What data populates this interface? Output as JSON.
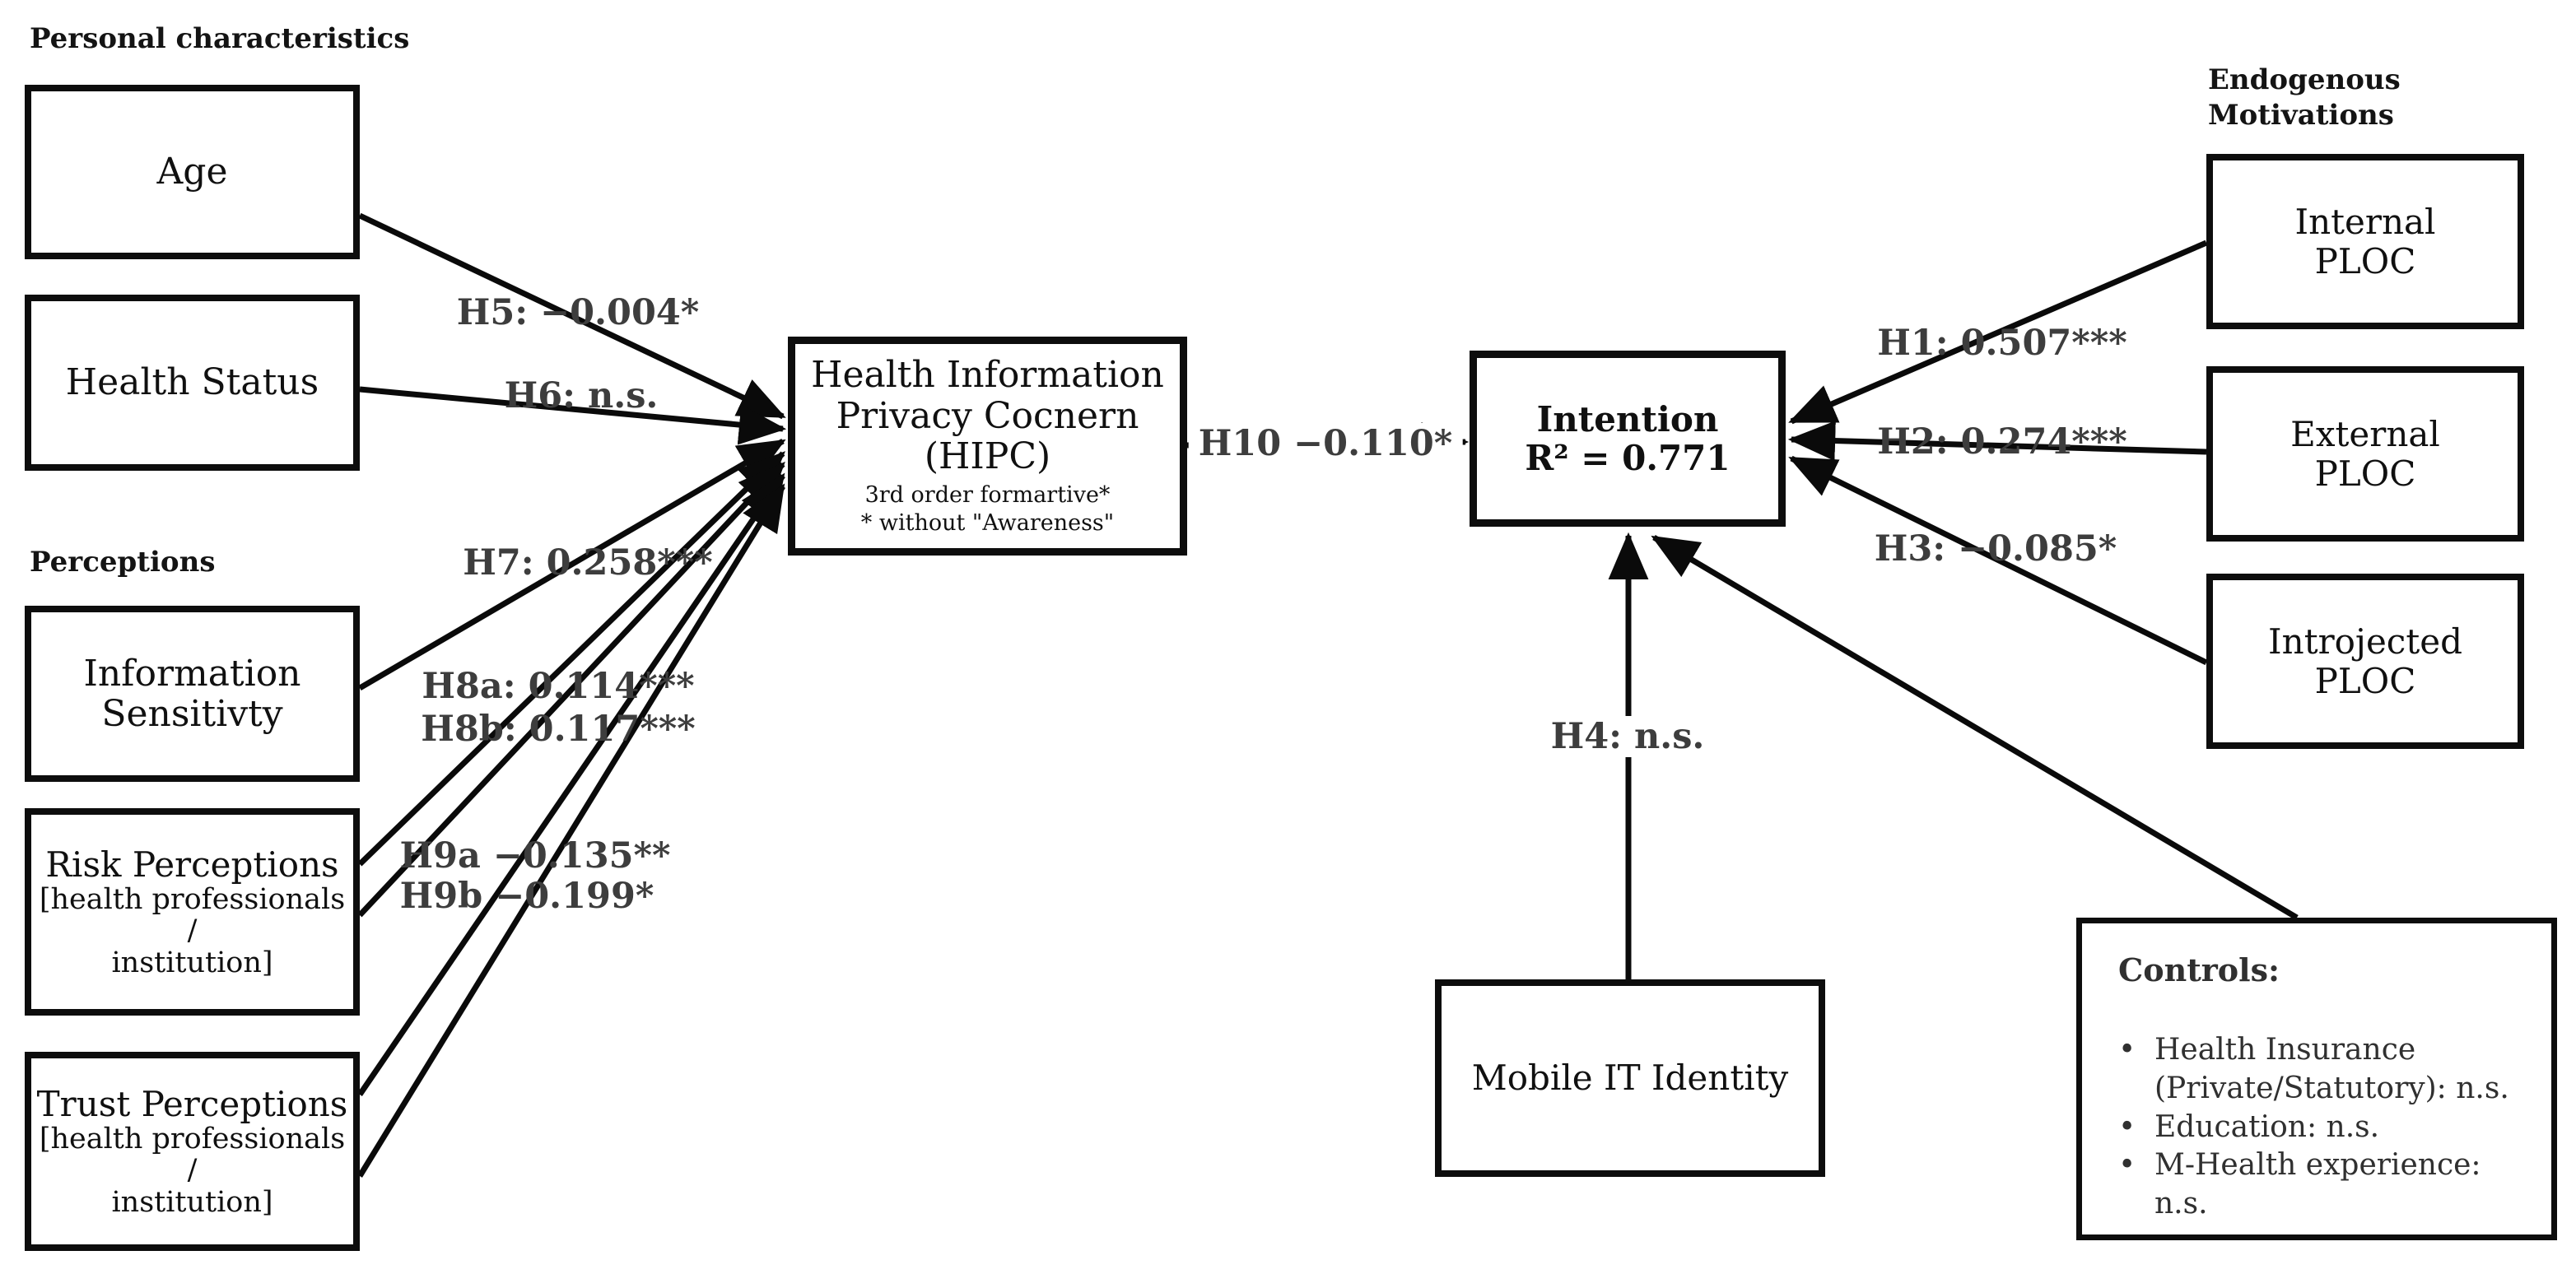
{
  "headings": {
    "personal": "Personal characteristics",
    "perceptions": "Perceptions",
    "endogenous_line1": "Endogenous",
    "endogenous_line2": "Motivations"
  },
  "boxes": {
    "age": {
      "label": "Age"
    },
    "health_status": {
      "label": "Health Status"
    },
    "information_sensitivity": {
      "line1": "Information",
      "line2": "Sensitivty"
    },
    "risk_perceptions": {
      "title": "Risk Perceptions",
      "sub1": "[health professionals /",
      "sub2": "institution]"
    },
    "trust_perceptions": {
      "title": "Trust Perceptions",
      "sub1": "[health professionals /",
      "sub2": "institution]"
    },
    "hipc": {
      "line1": "Health Information",
      "line2": "Privacy Cocnern",
      "line3": "(HIPC)",
      "note1": "3rd order formartive*",
      "note2": "* without \"Awareness\""
    },
    "intention": {
      "line1": "Intention",
      "line2": "R² = 0.771"
    },
    "mobile_it": {
      "label": "Mobile IT Identity"
    },
    "internal_ploc": {
      "line1": "Internal",
      "line2": "PLOC"
    },
    "external_ploc": {
      "line1": "External",
      "line2": "PLOC"
    },
    "introjected_ploc": {
      "line1": "Introjected",
      "line2": "PLOC"
    },
    "controls": {
      "heading": "Controls:",
      "bullet1_line1": "Health Insurance",
      "bullet1_line2": "(Private/Statutory): n.s.",
      "bullet2": "Education: n.s.",
      "bullet3": "M-Health experience: n.s.",
      "dot": "•"
    }
  },
  "paths": {
    "h1": "H1: 0.507***",
    "h2": "H2: 0.274***",
    "h3": "H3: −0.085*",
    "h4": "H4: n.s.",
    "h5": "H5: −0.004*",
    "h6": "H6: n.s.",
    "h7": "H7: 0.258***",
    "h8a": "H8a: 0.114***",
    "h8b": "H8b: 0.117***",
    "h9a": "H9a −0.135**",
    "h9b": "H9b −0.199*",
    "h10": "H10 −0.110*"
  },
  "colors": {
    "line": "#0a0a0a",
    "path_label": "#3d3d3d",
    "box_text": "#101010",
    "background": "#ffffff"
  }
}
